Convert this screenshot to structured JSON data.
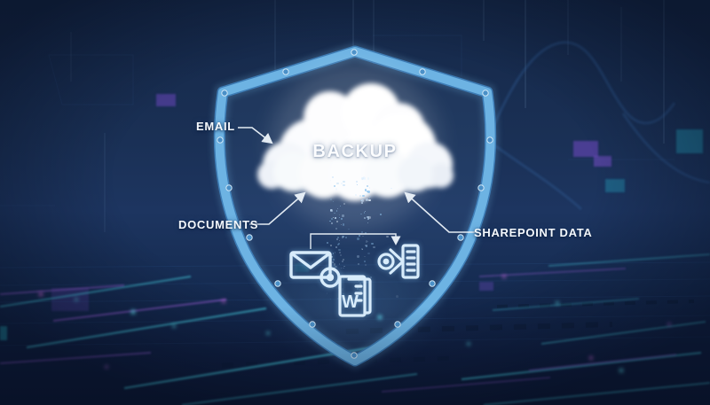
{
  "scene": {
    "type": "cloud-backup-protection-illustration",
    "cloud_label": "BACKUP",
    "callouts": [
      {
        "id": "email",
        "label": "EMAIL"
      },
      {
        "id": "documents",
        "label": "DOCUMENTS"
      },
      {
        "id": "sharepoint",
        "label": "SHAREPOINT DATA"
      }
    ],
    "icons": [
      {
        "name": "email-envelope-icon",
        "meaning": "email message backup"
      },
      {
        "name": "word-document-icon",
        "meaning": "document files backup"
      },
      {
        "name": "sharepoint-document-icon",
        "meaning": "sharepoint data backup"
      }
    ],
    "colors": {
      "background_top": "#152848",
      "background_bottom": "#0d1a36",
      "shield_band": "#64abdf",
      "shield_rivet": "#4a90c8",
      "cloud": "#ffffff",
      "label_text": "#f5f9fd",
      "connector": "#eef5fb",
      "icon_stroke": "#d8ecfb",
      "circuit_cyan": "#49d6e8",
      "circuit_purple": "#a864e8",
      "circuit_teal": "#1f95b4"
    }
  }
}
